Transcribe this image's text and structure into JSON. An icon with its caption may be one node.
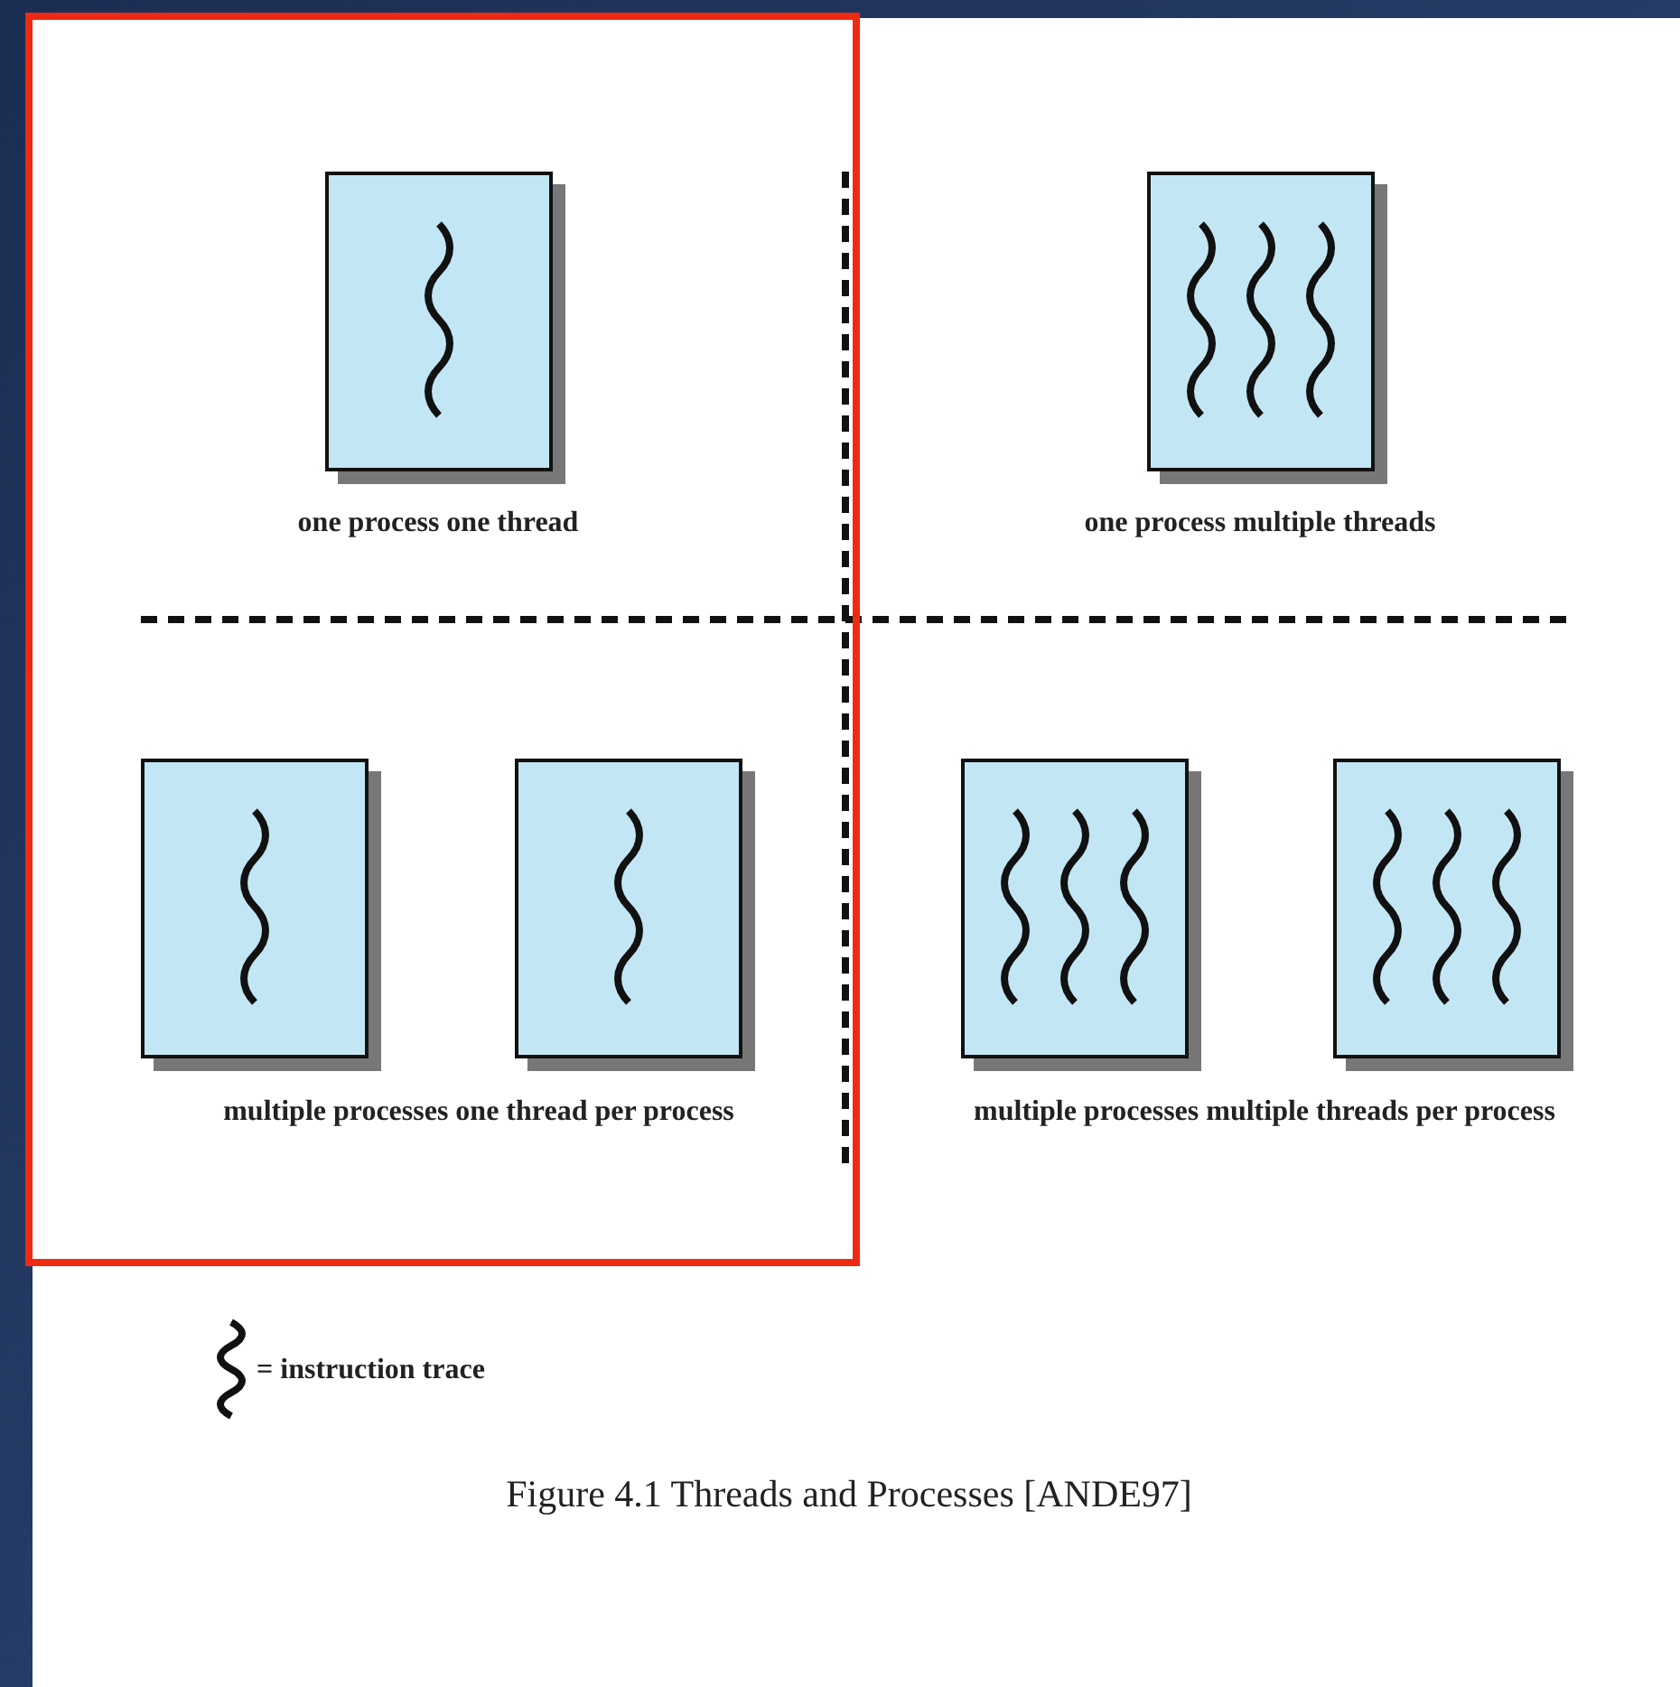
{
  "diagram": {
    "caption": "Figure 4.1 Threads and Processes [ANDE97]",
    "labels": [
      "one process one thread",
      "one process multiple threads",
      "multiple processes one thread per process",
      "multiple processes multiple threads per process"
    ],
    "legend": [
      {
        "text": "= instruction trace"
      }
    ]
  }
}
